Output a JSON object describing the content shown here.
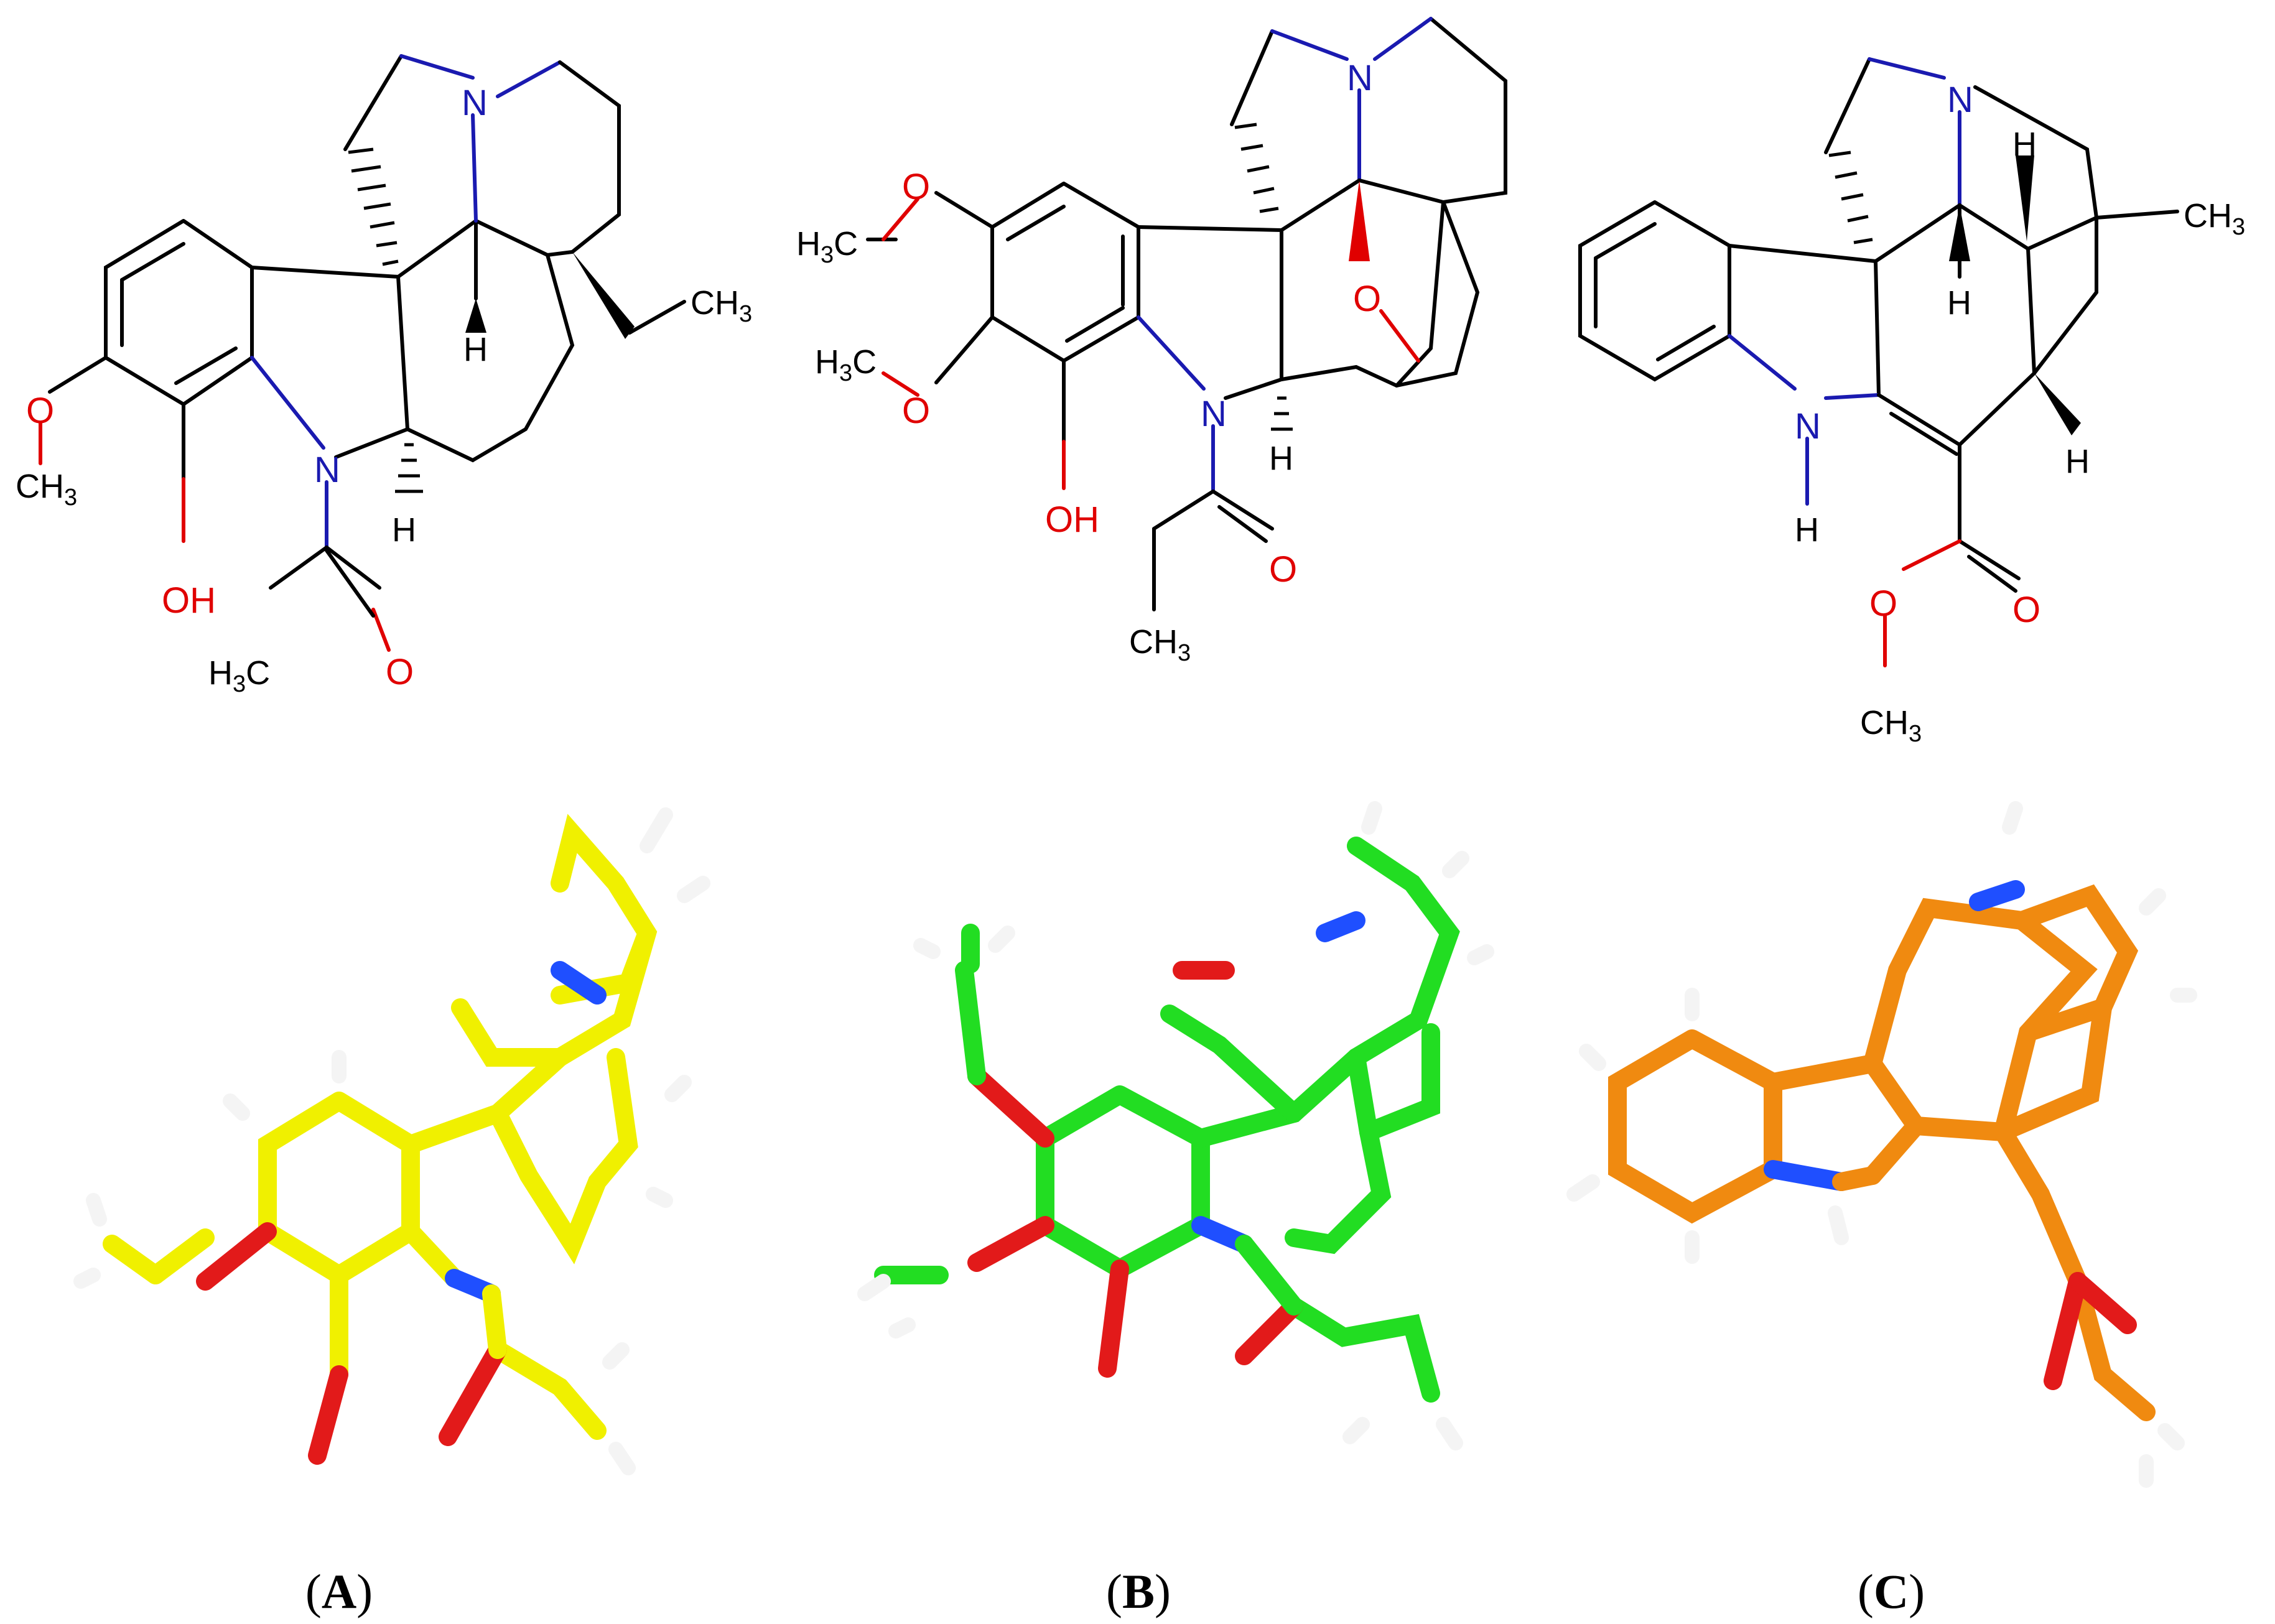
{
  "figure": {
    "panels": [
      {
        "id": "A",
        "label_open": "(",
        "label_letter": "A",
        "label_close": ")",
        "stick_color": "#f0f000",
        "atom_labels": {
          "n1": "N",
          "n2": "N",
          "h1": "H",
          "h2": "H",
          "ch3_ethyl": "CH3",
          "o_methoxy": "O",
          "ch3_methoxy": "CH3",
          "oh": "OH",
          "h3c_acetyl": "H3C",
          "o_carbonyl": "O"
        }
      },
      {
        "id": "B",
        "label_open": "(",
        "label_letter": "B",
        "label_close": ")",
        "stick_color": "#22dd22",
        "atom_labels": {
          "n1": "N",
          "n2": "N",
          "o_ether": "O",
          "h1": "H",
          "h3c_top": "H3C",
          "o_top": "O",
          "h3c_mid": "H3C",
          "o_mid": "O",
          "oh": "OH",
          "o_carbonyl": "O",
          "ch3_bottom": "CH3"
        }
      },
      {
        "id": "C",
        "label_open": "(",
        "label_letter": "C",
        "label_close": ")",
        "stick_color": "#f08a10",
        "atom_labels": {
          "n1": "N",
          "nh_n": "N",
          "nh_h": "H",
          "h1": "H",
          "h2": "H",
          "h3": "H",
          "ch3_top": "CH3",
          "o_ester": "O",
          "o_carbonyl": "O",
          "ch3_bottom": "CH3"
        }
      }
    ],
    "colors": {
      "nitrogen": "#1a1ab0",
      "oxygen": "#e00000",
      "hydrogen_stick": "#f4f4f4",
      "nitrogen_stick": "#1f4fff",
      "oxygen_stick": "#e21a1a"
    }
  }
}
